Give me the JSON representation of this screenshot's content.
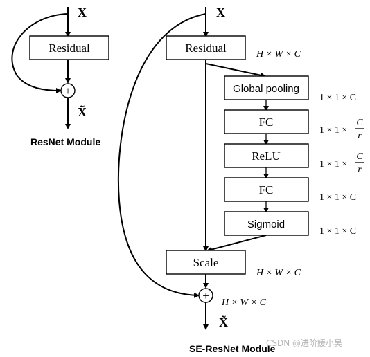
{
  "resnet": {
    "input": "X",
    "block": "Residual",
    "add": "+",
    "output": "X̃",
    "caption": "ResNet Module"
  },
  "se": {
    "input": "X",
    "residual": "Residual",
    "global_pooling": "Global pooling",
    "fc1": "FC",
    "relu": "ReLU",
    "fc2": "FC",
    "sigmoid": "Sigmoid",
    "scale": "Scale",
    "add": "+",
    "output": "X̃",
    "caption": "SE-ResNet Module",
    "dims": {
      "hwc": "H × W × C",
      "one_one_c": "1 × 1 × C",
      "one_one": "1 × 1 ×",
      "C": "C",
      "r": "r"
    }
  },
  "watermark": "CSDN @进阶媛小吴"
}
